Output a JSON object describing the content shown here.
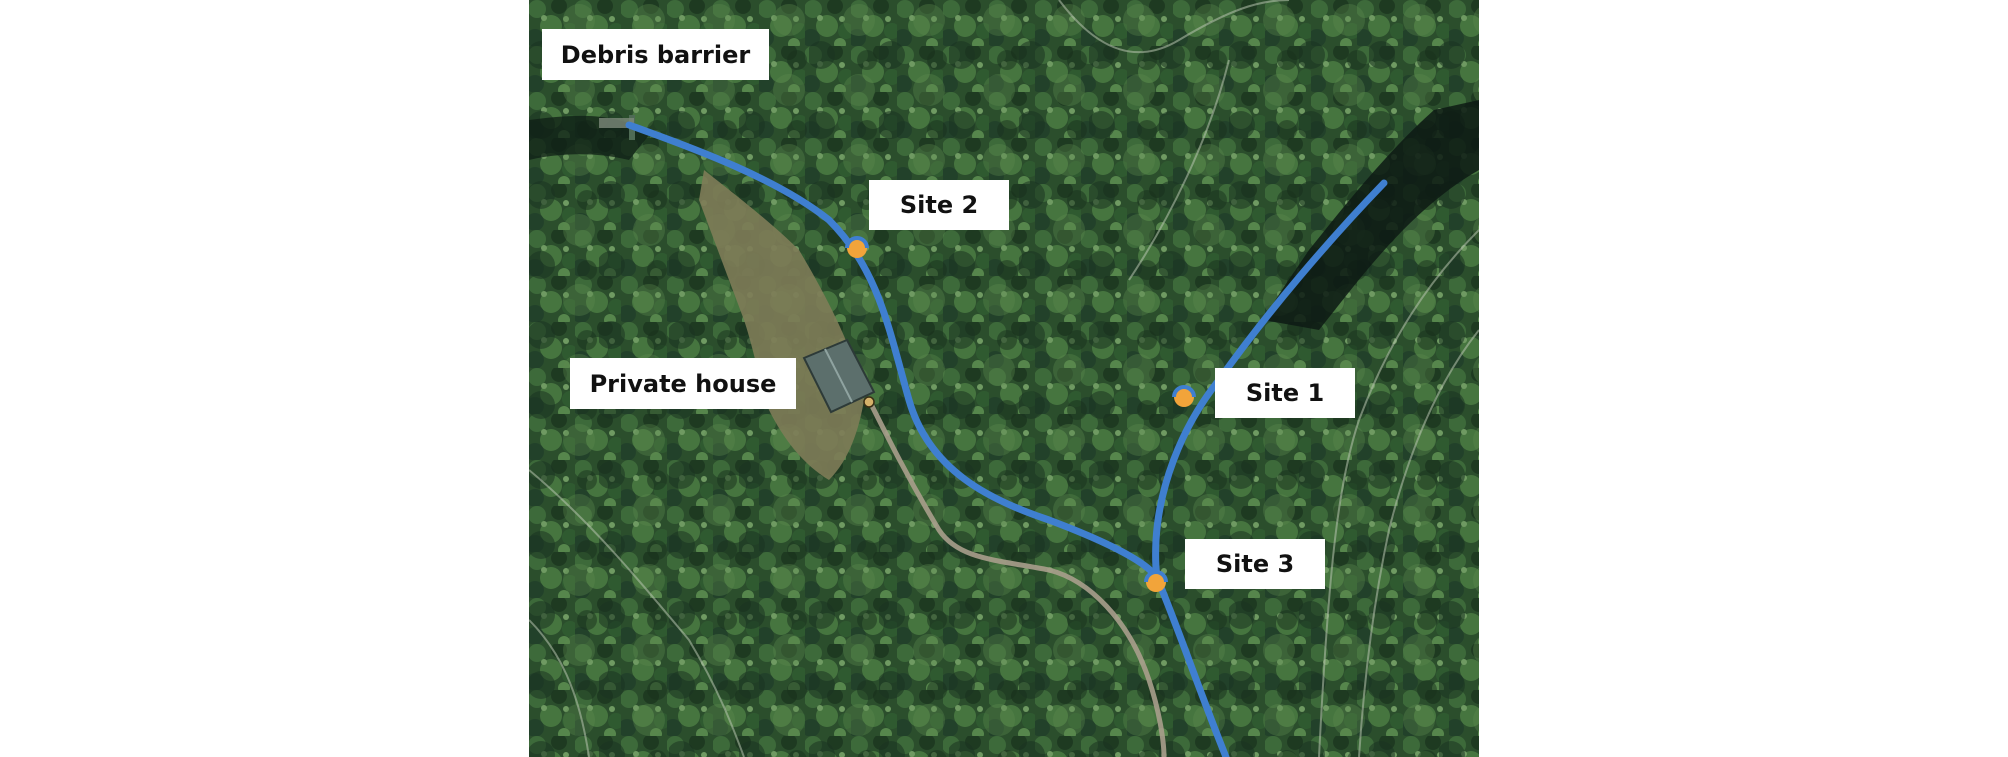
{
  "map": {
    "colors": {
      "forest_dark": "#1c3a1f",
      "forest_mid": "#2f5a30",
      "forest_light": "#4d7a44",
      "clearing": "#8c8a62",
      "stream": "#3f7fd0",
      "contour": "#b8c4b0",
      "road": "#a89e8c",
      "site_marker": "#f2a43a",
      "shadow": "#0d1a14"
    },
    "labels": {
      "debris_barrier": "Debris barrier",
      "site_2": "Site 2",
      "private_house": "Private house",
      "site_1": "Site 1",
      "site_3": "Site 3"
    },
    "icons": {
      "site_marker": "orange-dot-icon",
      "house": "house-roof-icon",
      "barrier": "barrier-structure-icon"
    }
  }
}
